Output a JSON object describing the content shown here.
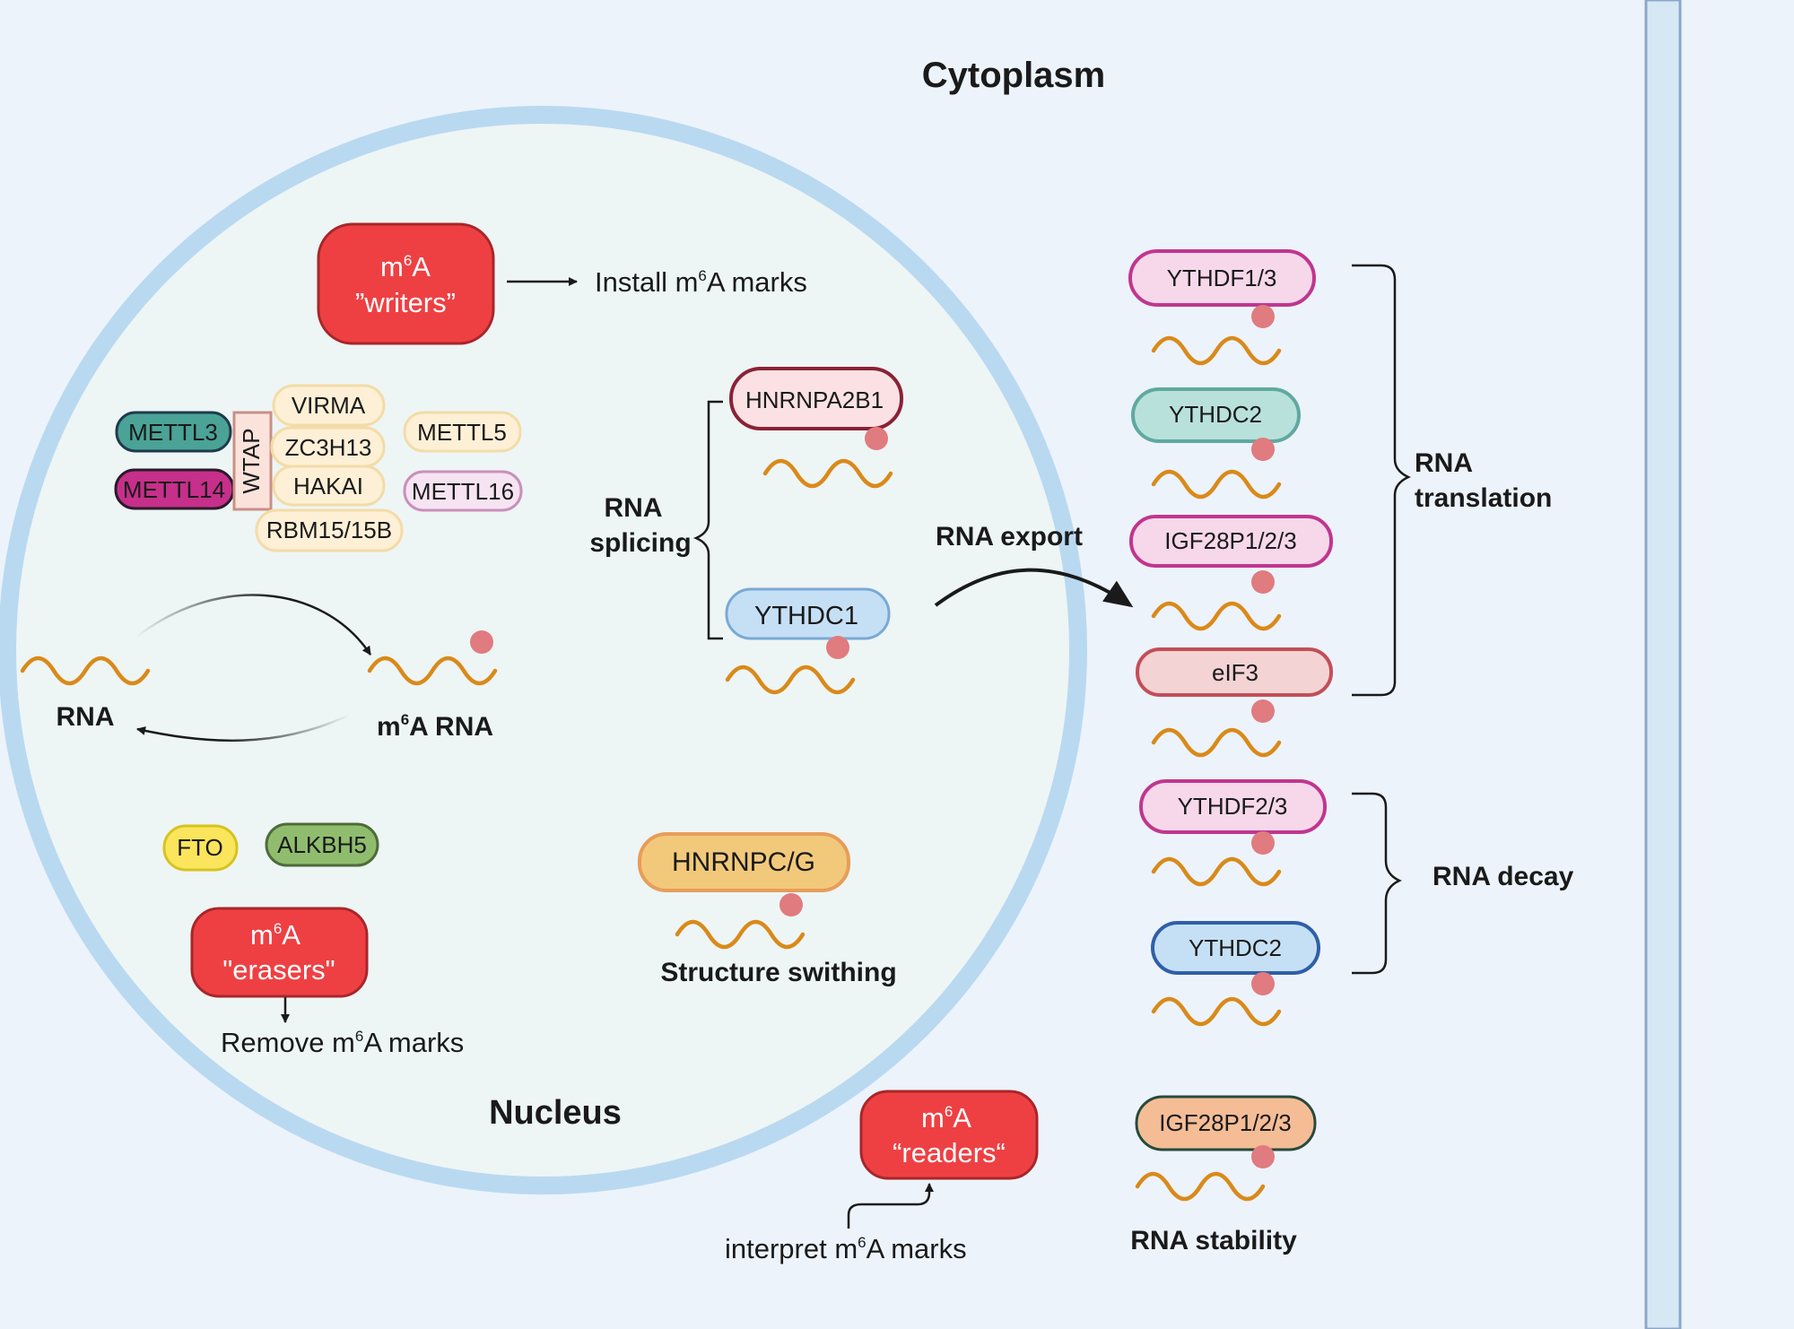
{
  "title": "Cytoplasm",
  "nucleus_label": "Nucleus",
  "writers": {
    "label_m": "m",
    "label_sup": "6",
    "label_a": "A",
    "label_role": "”writers”",
    "note_pre": "Install  m",
    "note_sup": "6",
    "note_post": "A marks"
  },
  "writer_complex": {
    "wtap": "WTAP",
    "proteins": [
      "METTL3",
      "METTL14",
      "VIRMA",
      "ZC3H13",
      "HAKAI",
      "RBM15/15B",
      "METTL5",
      "METTL16"
    ]
  },
  "rna_cycle": {
    "rna": "RNA",
    "m6a_rna_pre": "m",
    "m6a_rna_sup": "6",
    "m6a_rna_post": "A RNA"
  },
  "erasers": {
    "proteins": [
      "FTO",
      "ALKBH5"
    ],
    "label_m": "m",
    "label_sup": "6",
    "label_a": "A",
    "label_role": "\"erasers\"",
    "note_pre": "Remove  m",
    "note_sup": "6",
    "note_post": "A marks"
  },
  "splicing": {
    "label_1": "RNA",
    "label_2": "splicing",
    "proteins": [
      "HNRNPA2B1",
      "YTHDC1"
    ]
  },
  "structure": {
    "protein": "HNRNPC/G",
    "label": "Structure swithing"
  },
  "export_label": "RNA export",
  "translation": {
    "label_1": "RNA",
    "label_2": "translation",
    "proteins": [
      "YTHDF1/3",
      "YTHDC2",
      "IGF28P1/2/3",
      "eIF3"
    ]
  },
  "decay": {
    "label": "RNA decay",
    "proteins": [
      "YTHDF2/3",
      "YTHDC2"
    ]
  },
  "stability": {
    "label": "RNA stability",
    "protein": "IGF28P1/2/3"
  },
  "readers": {
    "label_m": "m",
    "label_sup": "6",
    "label_a": "A",
    "label_role": "“readers“",
    "note_pre": "interpret  m",
    "note_sup": "6",
    "note_post": "A marks"
  },
  "colors": {
    "background": "#edf3fb",
    "nucleus_fill": "#eef5f5",
    "nucleus_border": "#b9d9f1",
    "wave": "#d98a1a",
    "dot": "#e07b7f",
    "red_box": "#ee4043"
  }
}
